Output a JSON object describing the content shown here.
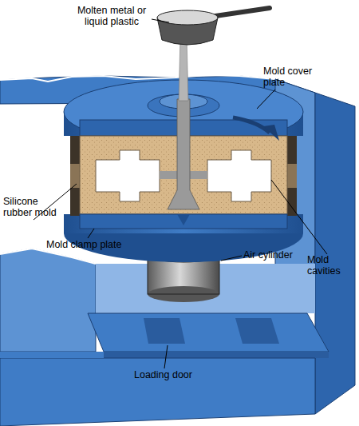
{
  "diagram": {
    "labels": [
      "Molten metal or liquid plastic",
      "Mold cover plate",
      "Silicone rubber mold",
      "Mold clamp plate",
      "Air cylinder",
      "Mold cavities",
      "Loading door"
    ]
  }
}
